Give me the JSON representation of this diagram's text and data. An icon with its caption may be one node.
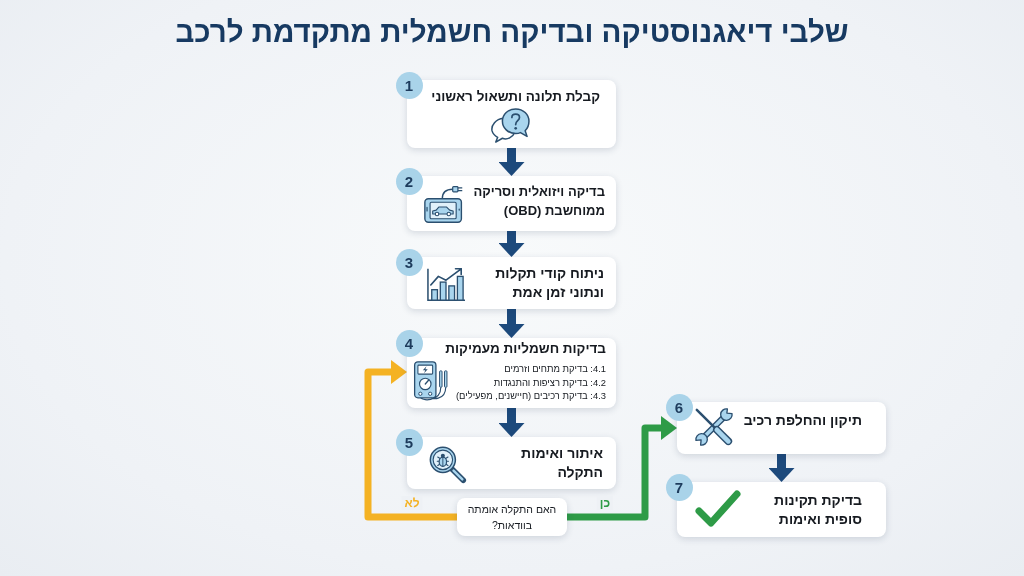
{
  "diagram": {
    "title": "שלבי דיאגנוסטיקה ובדיקה חשמלית מתקדמת לרכב",
    "nodes": [
      {
        "text": [
          "1",
          "קבלת תלונה ותשאול ראשוני"
        ]
      },
      {
        "text": [
          "2",
          "בדיקה ויזואלית וסריקה ממוחשבת (OBD)"
        ]
      },
      {
        "text": [
          "3",
          "ניתוח קודי תקלות ונתוני זמן אמת"
        ]
      },
      {
        "text": [
          "4",
          "בדיקות חשמליות מעמיקות",
          "4.1: בדיקת מתחים וזרמים",
          "4.2: בדיקת רציפות והתנגדות",
          "4.3: בדיקת רכיבים (חיישנים, מפעילים)"
        ]
      },
      {
        "text": [
          "5",
          "איתור ואימות התקלה"
        ]
      },
      {
        "text": [
          "האם התקלה אומתה בוודאות?"
        ]
      },
      {
        "text": [
          "6",
          "תיקון והחלפת רכיב"
        ]
      },
      {
        "text": [
          "7",
          "בדיקת תקינות סופית ואימות"
        ]
      }
    ],
    "edges": [
      {
        "from": 0,
        "to": 1,
        "arrow": "to"
      },
      {
        "from": 1,
        "to": 2,
        "arrow": "to"
      },
      {
        "from": 2,
        "to": 3,
        "arrow": "to"
      },
      {
        "from": 3,
        "to": 4,
        "arrow": "to"
      },
      {
        "from": 5,
        "to": 3,
        "arrow": "to",
        "label": "לא",
        "color": "#f4b223"
      },
      {
        "from": 5,
        "to": 6,
        "arrow": "to",
        "label": "כן",
        "color": "#2e9b47"
      },
      {
        "from": 6,
        "to": 7,
        "arrow": "to"
      }
    ]
  }
}
